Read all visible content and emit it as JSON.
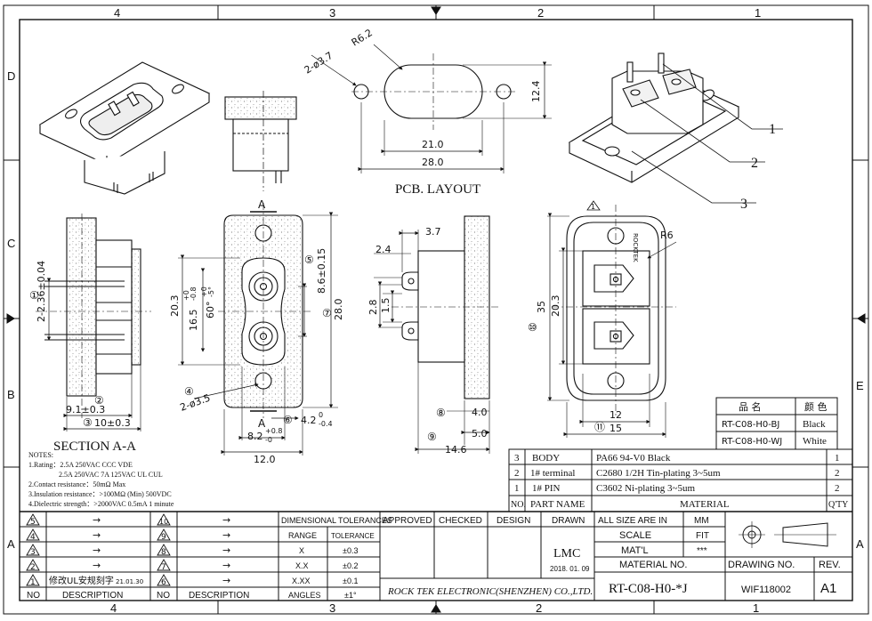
{
  "frame": {
    "zones_top": [
      "4",
      "3",
      "2",
      "1"
    ],
    "zones_bottom": [
      "4",
      "3",
      "2",
      "1"
    ],
    "zones_left": [
      "D",
      "C",
      "B",
      "A"
    ],
    "zones_right": [
      "E",
      "A"
    ]
  },
  "pcb_layout": {
    "title": "PCB. LAYOUT",
    "hole_label": "2-ø3.7",
    "radius_label": "R6.2",
    "dim_21": "21.0",
    "dim_28": "28.0",
    "dim_124": "12.4"
  },
  "iso_callouts": [
    "1",
    "2",
    "3"
  ],
  "section": {
    "title": "SECTION A-A",
    "dim_236": "2-2.36±0.04",
    "dim_91": "9.1±0.3",
    "dim_10": "10±0.3",
    "ref_1": "①",
    "ref_2": "②",
    "ref_3": "③"
  },
  "front": {
    "cut_label_top": "A",
    "cut_label_bottom": "A",
    "dim_203": "20.3",
    "dim_165": "16.5",
    "tol_165_up": "+0",
    "tol_165_dn": "-0.8",
    "dim_60": "60°",
    "tol_60_up": "+0",
    "tol_60_dn": "-5°",
    "dim_86": "8.6±0.15",
    "dim_28": "28.0",
    "ref_5": "⑤",
    "ref_7": "⑦",
    "ref_4": "④",
    "ref_6": "⑥",
    "hole_label": "2-ø3.5",
    "dim_82": "8.2",
    "tol_82_up": "+0.8",
    "tol_82_dn": "-0",
    "dim_42": "4.2",
    "tol_42_up": "0",
    "tol_42_dn": "-0.4",
    "dim_120": "12.0"
  },
  "side": {
    "dim_37": "3.7",
    "dim_24": "2.4",
    "dim_28": "2.8",
    "dim_15": "1.5",
    "dim_40": "4.0",
    "dim_50": "5.0",
    "dim_146": "14.6",
    "ref_8": "⑧",
    "ref_9": "⑨"
  },
  "rear": {
    "dim_r6": "R6",
    "dim_35": "35",
    "dim_203": "20.3",
    "dim_12": "12",
    "dim_15": "15",
    "ref_10": "⑩",
    "ref_11": "⑪",
    "warn": "1",
    "mark_text": "ROCKTEK"
  },
  "color_table": {
    "header": [
      "品  名",
      "颜  色"
    ],
    "rows": [
      [
        "RT-C08-H0-BJ",
        "Black"
      ],
      [
        "RT-C08-H0-WJ",
        "White"
      ]
    ]
  },
  "parts_table": {
    "rows": [
      [
        "3",
        "BODY",
        "PA66  94-V0  Black",
        "1"
      ],
      [
        "2",
        "1# terminal",
        "C2680  1/2H  Tin-plating  3~5um",
        "2"
      ],
      [
        "1",
        "1# PIN",
        "C3602   Ni-plating  3~5um",
        "2"
      ]
    ],
    "header": [
      "NO.",
      "PART NAME",
      "MATERIAL",
      "Q'TY"
    ]
  },
  "notes": {
    "title": "NOTES:",
    "lines": [
      "1.Rating：2.5A 250VAC   CCC VDE",
      "2.5A 250VAC   7A 125VAC     UL CUL",
      "2.Contact resistance：50mΩ Max",
      "3.Insulation resistance：>100MΩ (Min) 500VDC",
      "4.Dielectric strength：>2000VAC 0.5mA 1 minute"
    ]
  },
  "revisions": {
    "left": [
      {
        "no": "5",
        "arrow": "→"
      },
      {
        "no": "4",
        "arrow": "→"
      },
      {
        "no": "3",
        "arrow": "→"
      },
      {
        "no": "2",
        "arrow": "→"
      },
      {
        "no": "1",
        "desc": "修改UL安规刻字",
        "date": "21.01.30"
      }
    ],
    "right": [
      {
        "no": "10",
        "arrow": "→"
      },
      {
        "no": "9",
        "arrow": "→"
      },
      {
        "no": "8",
        "arrow": "→"
      },
      {
        "no": "7",
        "arrow": "→"
      },
      {
        "no": "6",
        "arrow": "→"
      }
    ],
    "col_no": "NO",
    "col_desc": "DESCRIPTION"
  },
  "tolerances": {
    "title": "DIMENSIONAL TOLERANCES",
    "col_range": "RANGE",
    "col_tol": "TOLERANCE",
    "rows": [
      [
        "X",
        "±0.3"
      ],
      [
        "X.X",
        "±0.2"
      ],
      [
        "X.XX",
        "±0.1"
      ],
      [
        "ANGLES",
        "±1°"
      ]
    ]
  },
  "approval": {
    "approved": "APPROVED",
    "checked": "CHECKED",
    "design": "DESIGN",
    "drawn": "DRAWN",
    "drawn_by": "LMC",
    "drawn_date": "2018. 01. 09",
    "company": "ROCK TEK ELECTRONIC(SHENZHEN) CO.,LTD."
  },
  "title_block": {
    "size_label": "ALL SIZE ARE IN",
    "size_value": "MM",
    "scale_label": "SCALE",
    "scale_value": "FIT",
    "matl_label": "MAT'L",
    "matl_value": "***",
    "material_no_label": "MATERIAL NO.",
    "material_no": "RT-C08-H0-*J",
    "drawing_no_label": "DRAWING NO.",
    "drawing_no": "WIF118002",
    "rev_label": "REV.",
    "rev": "A1"
  }
}
